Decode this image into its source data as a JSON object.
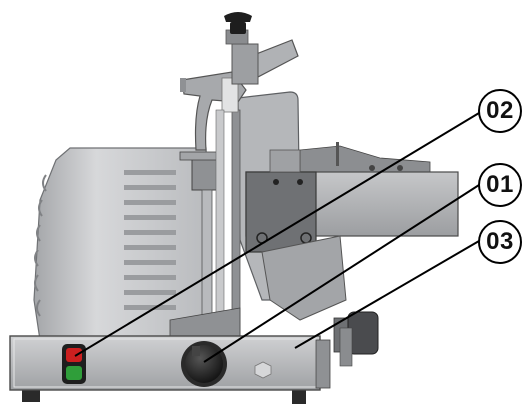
{
  "callouts": [
    {
      "label": "02"
    },
    {
      "label": "01"
    },
    {
      "label": "03"
    }
  ],
  "colors": {
    "housing_gray": "#c8c9cb",
    "metal_dark": "#6f7174",
    "metal_mid": "#a9abae",
    "base_plate": "#bdbfc2",
    "knob_black": "#1e1e1e",
    "indicator_red": "#cc1f1f",
    "indicator_green": "#2f9e3a",
    "outline": "#2a2a2a"
  },
  "icons": {
    "indicator_lights": "red-green-indicator-icon",
    "control_knob": "rotary-knob-icon",
    "top_handle": "black-knob-handle-icon"
  }
}
